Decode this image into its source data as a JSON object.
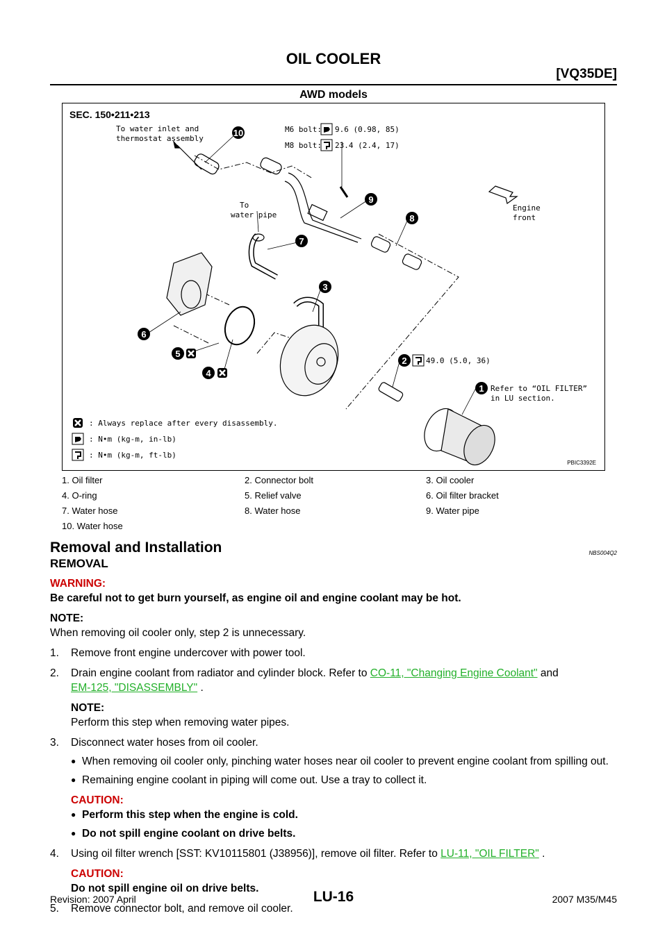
{
  "header": {
    "title": "OIL COOLER",
    "engine": "[VQ35DE]"
  },
  "section_heading": "AWD models",
  "figure": {
    "sec": "SEC. 150•211•213",
    "id": "PBIC3392E",
    "labels": {
      "water_inlet": [
        "To water inlet and",
        "thermostat assembly"
      ],
      "m6_bolt": "M6 bolt:",
      "m6_torque": "9.6 (0.98, 85)",
      "m8_bolt": "M8 bolt:",
      "m8_torque": "23.4 (2.4, 17)",
      "engine_front": [
        "Engine",
        "front"
      ],
      "water_pipe": [
        "To",
        "water pipe"
      ],
      "bolt_torque": "49.0 (5.0, 36)",
      "refer": [
        "Refer to  “OIL FILTER”",
        "in LU section."
      ]
    },
    "callouts": [
      "1",
      "2",
      "3",
      "4",
      "5",
      "6",
      "7",
      "8",
      "9",
      "10"
    ],
    "legend": [
      ": Always replace after every disassembly.",
      ": N•m (kg-m, in-lb)",
      ": N•m (kg-m, ft-lb)"
    ]
  },
  "parts": [
    "1.    Oil filter",
    "2.    Connector bolt",
    "3.    Oil cooler",
    "4.    O-ring",
    "5.    Relief valve",
    "6.    Oil filter bracket",
    "7.    Water hose",
    "8.    Water hose",
    "9.    Water pipe",
    "10.  Water hose"
  ],
  "content": {
    "h2": "Removal and Installation",
    "code": "NBS004Q2",
    "h3": "REMOVAL",
    "warning_label": "WARNING:",
    "warning_text": "Be careful not to get burn yourself, as engine oil and engine coolant may be hot.",
    "note1_label": "NOTE:",
    "note1_text": "When removing oil cooler only, step 2 is unnecessary.",
    "s1_num": "1.",
    "s1": "Remove front engine undercover with power tool.",
    "s2_num": "2.",
    "s2_a": "Drain engine coolant from radiator and cylinder block. Refer to ",
    "s2_link1": "CO-11, \"Changing Engine Coolant\"",
    "s2_b": " and ",
    "s2_link2": "EM-125, \"DISASSEMBLY\"",
    "s2_c": " .",
    "note2_label": "NOTE:",
    "note2_text": "Perform this step when removing water pipes.",
    "s3_num": "3.",
    "s3": "Disconnect water hoses from oil cooler.",
    "b1": "When removing oil cooler only, pinching water hoses near oil cooler to prevent engine coolant from spilling out.",
    "b2": "Remaining engine coolant in piping will come out. Use a tray to collect it.",
    "caution1_label": "CAUTION:",
    "c1": "Perform this step when the engine is cold.",
    "c2": "Do not spill engine coolant on drive belts.",
    "s4_num": "4.",
    "s4_a": "Using oil filter wrench [SST: KV10115801 (J38956)], remove oil filter. Refer to ",
    "s4_link": "LU-11, \"OIL FILTER\"",
    "s4_b": " .",
    "caution2_label": "CAUTION:",
    "caution2_text": "Do not spill engine oil on drive belts.",
    "s5_num": "5.",
    "s5": "Remove connector bolt, and remove oil cooler."
  },
  "footer": {
    "revision": "Revision: 2007 April",
    "page": "LU-16",
    "model": "2007 M35/M45"
  }
}
